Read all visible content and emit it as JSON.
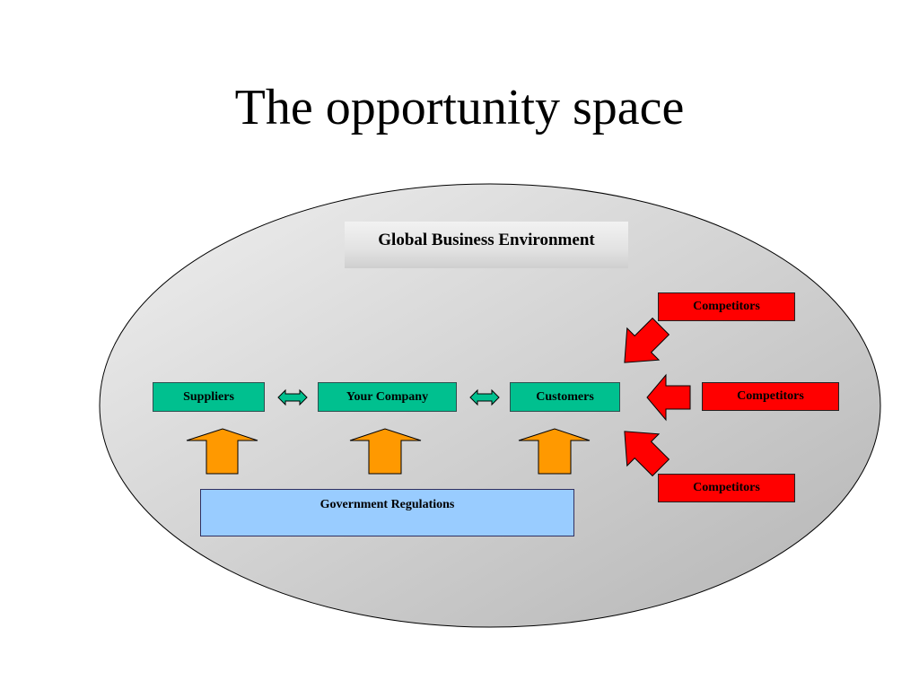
{
  "slide": {
    "title": "The opportunity space"
  },
  "diagram": {
    "environment_label": "Global Business Environment",
    "chain": {
      "suppliers": "Suppliers",
      "company": "Your Company",
      "customers": "Customers"
    },
    "regulation": "Government Regulations",
    "competitors": [
      "Competitors",
      "Competitors",
      "Competitors"
    ]
  },
  "colors": {
    "ellipse_light": "#f0f0f0",
    "ellipse_dark": "#b4b4b4",
    "chain_box": "#00c08f",
    "regulation_box": "#99ccff",
    "competitor_box": "#ff0000",
    "up_arrow": "#ff9900",
    "competitor_arrow": "#ff0000",
    "link_arrow": "#00c08f"
  },
  "icons": {
    "link_arrow": "double-headed-arrow-icon",
    "regulation_arrow": "up-arrow-icon",
    "competitor_arrow": "block-arrow-icon"
  }
}
